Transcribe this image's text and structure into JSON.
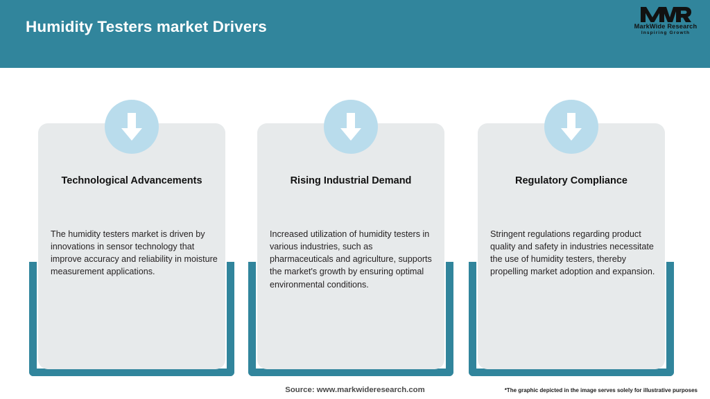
{
  "header": {
    "title": "Humidity Testers market Drivers",
    "background_color": "#31859c",
    "title_color": "#ffffff"
  },
  "logo": {
    "mark": "MWR",
    "name": "MarkWide Research",
    "tagline": "Inspiring Growth"
  },
  "theme": {
    "accent_teal": "#31859c",
    "panel_gray": "#e7eaeb",
    "badge_blue": "#b9dcec",
    "arrow_white": "#ffffff"
  },
  "cards": [
    {
      "icon": "down-arrow-icon",
      "title": "Technological Advancements",
      "body": "The humidity testers market is driven by innovations in sensor technology that improve accuracy and reliability in moisture measurement applications."
    },
    {
      "icon": "down-arrow-icon",
      "title": "Rising Industrial Demand",
      "body": "Increased utilization of humidity testers in various industries, such as pharmaceuticals and agriculture, supports the market's growth by ensuring optimal environmental conditions."
    },
    {
      "icon": "down-arrow-icon",
      "title": "Regulatory Compliance",
      "body": "Stringent regulations regarding product quality and safety in industries necessitate the use of humidity testers, thereby propelling market adoption and expansion."
    }
  ],
  "footer": {
    "source": "Source: www.markwideresearch.com",
    "disclaimer": "*The graphic depicted in the image serves solely for illustrative purposes"
  }
}
